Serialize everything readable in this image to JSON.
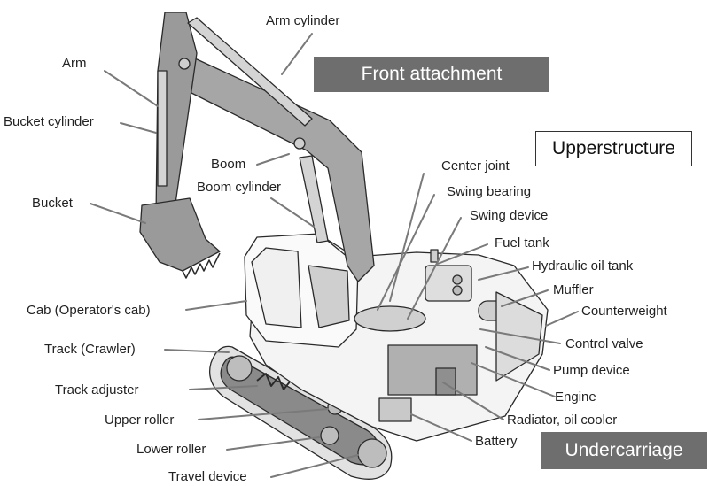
{
  "sections": {
    "front_attachment": "Front attachment",
    "upperstructure": "Upperstructure",
    "undercarriage": "Undercarriage"
  },
  "labels": {
    "arm_cylinder": "Arm cylinder",
    "arm": "Arm",
    "bucket_cylinder": "Bucket cylinder",
    "boom": "Boom",
    "boom_cylinder": "Boom cylinder",
    "bucket": "Bucket",
    "cab": "Cab (Operator's cab)",
    "track": "Track (Crawler)",
    "track_adjuster": "Track adjuster",
    "upper_roller": "Upper roller",
    "lower_roller": "Lower roller",
    "travel_device": "Travel device",
    "center_joint": "Center joint",
    "swing_bearing": "Swing bearing",
    "swing_device": "Swing device",
    "fuel_tank": "Fuel tank",
    "hydraulic_oil_tank": "Hydraulic oil tank",
    "muffler": "Muffler",
    "counterweight": "Counterweight",
    "control_valve": "Control valve",
    "pump_device": "Pump device",
    "engine": "Engine",
    "radiator_oil_cooler": "Radiator, oil cooler",
    "battery": "Battery"
  },
  "colors": {
    "section_dark": "#6e6e6e",
    "machine_fill": "#ececec",
    "machine_dark": "#9a9a9a",
    "leader_line": "#7a7a7a",
    "outline": "#2a2a2a"
  }
}
